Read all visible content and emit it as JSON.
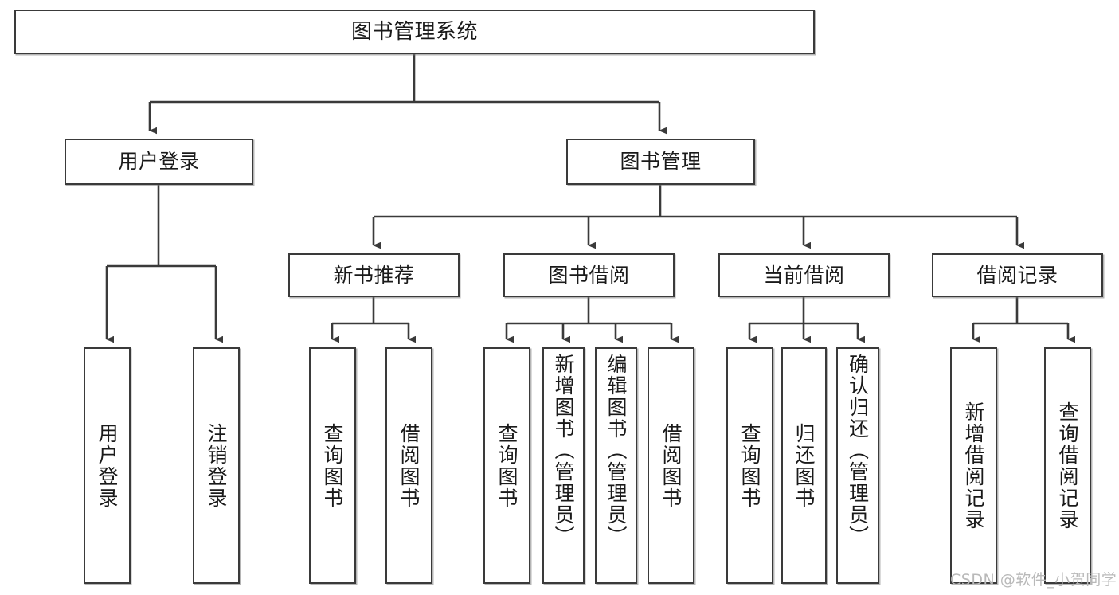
{
  "diagram": {
    "title": "图书管理系统",
    "type": "tree",
    "orientation": "top-down",
    "line_color": "#3a3a3a",
    "box_fill": "#ffffff",
    "text_color": "#1a1a1a",
    "nodes": {
      "root": {
        "label": "图书管理系统"
      },
      "level2": [
        {
          "label": "用户登录"
        },
        {
          "label": "图书管理"
        }
      ],
      "level3": [
        {
          "label": "新书推荐"
        },
        {
          "label": "图书借阅"
        },
        {
          "label": "当前借阅"
        },
        {
          "label": "借阅记录"
        }
      ],
      "leaves": {
        "user_login": [
          {
            "label": "用户登录"
          },
          {
            "label": "注销登录"
          }
        ],
        "new_book": [
          {
            "label": "查询图书"
          },
          {
            "label": "借阅图书"
          }
        ],
        "book_borrow": [
          {
            "label": "查询图书"
          },
          {
            "label": "新增图书（管理员）"
          },
          {
            "label": "编辑图书（管理员）"
          },
          {
            "label": "借阅图书"
          }
        ],
        "current_borrow": [
          {
            "label": "查询图书"
          },
          {
            "label": "归还图书"
          },
          {
            "label": "确认归还（管理员）"
          }
        ],
        "borrow_record": [
          {
            "label": "新增借阅记录"
          },
          {
            "label": "查询借阅记录"
          }
        ]
      }
    }
  },
  "watermark": {
    "text": "CSDN @软件_小贺同学",
    "color": "#b9b9b9"
  }
}
